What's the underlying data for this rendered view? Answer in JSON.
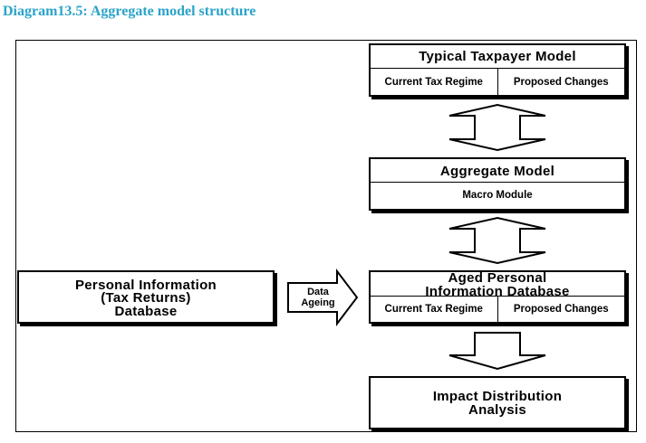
{
  "caption": "Diagram13.5: Aggregate model structure",
  "boxes": {
    "typical_taxpayer": {
      "title": "Typical Taxpayer Model",
      "left": "Current Tax Regime",
      "right": "Proposed Changes"
    },
    "aggregate": {
      "title": "Aggregate Model",
      "sub": "Macro Module"
    },
    "aged_personal": {
      "title_line1": "Aged Personal",
      "title_line2": "Information Database",
      "left": "Current Tax Regime",
      "right": "Proposed Changes"
    },
    "personal_info": {
      "line1": "Personal Information",
      "line2": "(Tax Returns)",
      "line3": "Database"
    },
    "impact": {
      "line1": "Impact Distribution",
      "line2": "Analysis"
    }
  },
  "arrows": {
    "data_ageing_line1": "Data",
    "data_ageing_line2": "Ageing"
  }
}
